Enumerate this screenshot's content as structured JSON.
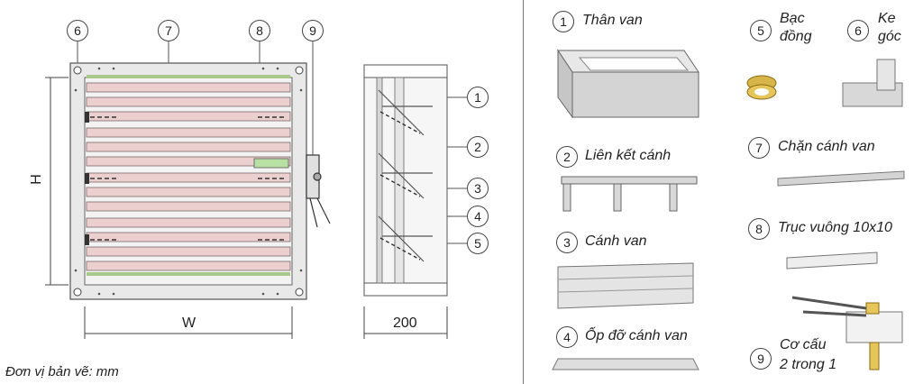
{
  "drawing": {
    "callouts_top": [
      "6",
      "7",
      "8",
      "9"
    ],
    "callouts_side": [
      "1",
      "2",
      "3",
      "4",
      "5"
    ],
    "dim_height": "H",
    "dim_width": "W",
    "dim_depth": "200",
    "unit_note": "Đơn vị bản vẽ: mm"
  },
  "parts": [
    {
      "num": "1",
      "name": "Thân van"
    },
    {
      "num": "2",
      "name": "Liên kết cánh"
    },
    {
      "num": "3",
      "name": "Cánh van"
    },
    {
      "num": "4",
      "name": "Ốp đỡ cánh van"
    },
    {
      "num": "5",
      "name_line1": "Bạc",
      "name_line2": "đồng"
    },
    {
      "num": "6",
      "name_line1": "Ke",
      "name_line2": "góc"
    },
    {
      "num": "7",
      "name": "Chặn cánh van"
    },
    {
      "num": "8",
      "name": "Trục vuông 10x10"
    },
    {
      "num": "9",
      "name_line1": "Cơ cấu",
      "name_line2": "2 trong 1"
    }
  ]
}
